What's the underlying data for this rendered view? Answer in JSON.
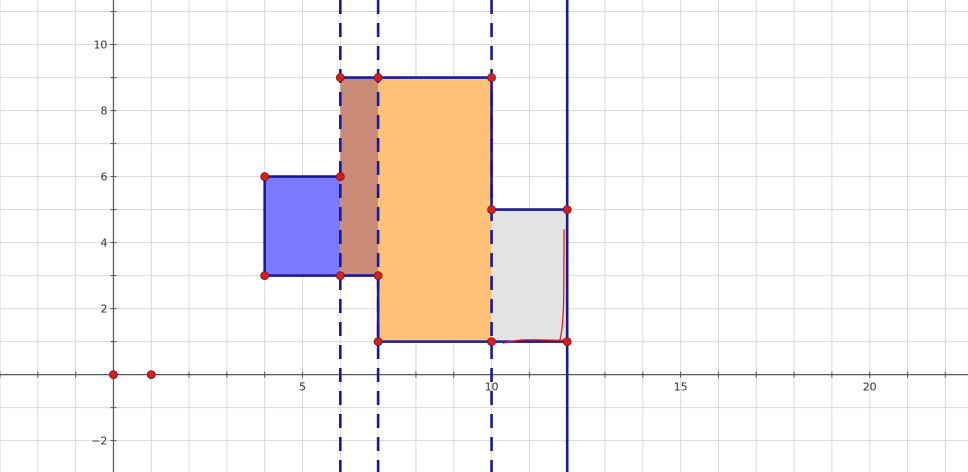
{
  "view": {
    "x_range": [
      -3,
      22.6
    ],
    "y_range": [
      -2.95,
      11.35
    ],
    "grid_step": 1,
    "x_tick_labels": [
      5,
      10,
      15,
      20
    ],
    "y_tick_labels": [
      -2,
      2,
      4,
      6,
      8,
      10
    ]
  },
  "colors": {
    "grid": "#d9d9d9",
    "axis": "#555555",
    "outline": "#1a1a99",
    "point": "#cc2222",
    "sketch": "#e02020"
  },
  "shapes": [
    {
      "name": "blue-rectangle",
      "fill": "#7a7aff",
      "opacity": 1,
      "points": [
        [
          4,
          3
        ],
        [
          6,
          3
        ],
        [
          6,
          6
        ],
        [
          4,
          6
        ]
      ]
    },
    {
      "name": "overlap-rectangle",
      "fill": "#c98a78",
      "opacity": 1,
      "points": [
        [
          6,
          3
        ],
        [
          7,
          3
        ],
        [
          7,
          9
        ],
        [
          6,
          9
        ]
      ]
    },
    {
      "name": "orange-rectangle",
      "fill": "#ffc277",
      "opacity": 1,
      "points": [
        [
          7,
          1
        ],
        [
          10,
          1
        ],
        [
          10,
          9
        ],
        [
          7,
          9
        ]
      ]
    },
    {
      "name": "gray-rectangle",
      "fill": "#e3e3e3",
      "opacity": 1,
      "points": [
        [
          10,
          1
        ],
        [
          12,
          1
        ],
        [
          12,
          5
        ],
        [
          10,
          5
        ]
      ]
    }
  ],
  "outline_segments": [
    [
      [
        4,
        3
      ],
      [
        4,
        6
      ]
    ],
    [
      [
        4,
        6
      ],
      [
        6,
        6
      ]
    ],
    [
      [
        4,
        3
      ],
      [
        6,
        3
      ]
    ],
    [
      [
        6,
        9
      ],
      [
        10,
        9
      ]
    ],
    [
      [
        6,
        3
      ],
      [
        7,
        3
      ]
    ],
    [
      [
        7,
        3
      ],
      [
        7,
        1
      ]
    ],
    [
      [
        7,
        1
      ],
      [
        12,
        1
      ]
    ],
    [
      [
        10,
        9
      ],
      [
        10,
        5
      ]
    ],
    [
      [
        10,
        5
      ],
      [
        12,
        5
      ]
    ]
  ],
  "dashed_lines": [
    6,
    7,
    10
  ],
  "solid_lines": [
    12
  ],
  "points": [
    [
      0,
      0
    ],
    [
      1,
      0
    ],
    [
      4,
      6
    ],
    [
      4,
      3
    ],
    [
      6,
      9
    ],
    [
      7,
      9
    ],
    [
      10,
      9
    ],
    [
      6,
      6
    ],
    [
      6,
      3
    ],
    [
      7,
      3
    ],
    [
      7,
      1
    ],
    [
      10,
      1
    ],
    [
      12,
      1
    ],
    [
      10,
      5
    ],
    [
      12,
      5
    ]
  ]
}
